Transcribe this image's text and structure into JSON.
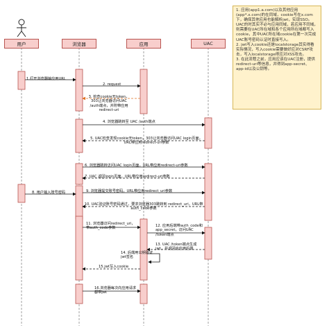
{
  "participants": {
    "user": "用户",
    "browser": "浏览器",
    "app": "应用",
    "uac": "UAC"
  },
  "note": "1. 应用(app1.a.com)以及其他应用(app*.x.com)的在同域，cookie写在x.com下，确保其他应用也能解析jwt，实现SSO。UAC的时其实不必与应用同域，若应用不同域，则需要在UAC所在域和各个应用所在域都写入cookie，其中UAC所在域cookie在第一次完成UAC账号密码认证时直接写入。\n2. jwt写入cookie还是localstorage其实得看实际情况，写入cookie需要做好应对CSRF攻击，写入localstorage得应对XSS攻击。\n3. 在此流程之前，应用应该在UAC注册，提供 redirect-uri等信息，并得到app-secret、app-id以及公钥等。",
  "messages": {
    "m1": "1.打开浏览器输应用URL",
    "m2": "2. request",
    "m3": "3. 检查cookie无token，303让浏览器访问UAC /auth端点，并附带应用 redirect-uri",
    "m4": "4. 浏览器跳转至 UAC /auth端点",
    "m5": "5. UAC检查发现cookie无token，303让浏览器访问UAC login页面，URL带应用redirect-uri参数",
    "m6": "6. 浏览器跳转访问UAC login页面，URL带应用redirect-uri参数",
    "m7": "7. UAC 返回login页面，URL带应用redirect-uri参数",
    "m8": "8. 用户输入账号密码",
    "m9": "9. 浏览器提交账号密码，URL带应用redirect_uri参数",
    "m10": "10. UAC验证账号密码通过，要求浏览器303跳转到 redirect_uri，URL带auth_code参数",
    "m11": "11. 浏览器访问redirect_uri，带auth_code参数",
    "m12": "12. 应用后端带auth_code和app_secret，访问UAC /token端点",
    "m13": "13. UAC /token端点生成jwt，并返回给应用后端",
    "m14": "14. 后端用公钥验证jwt签名",
    "m15": "15.jwt写入cookie",
    "m16": "16.浏览器每次向应用请求都带jwt"
  }
}
